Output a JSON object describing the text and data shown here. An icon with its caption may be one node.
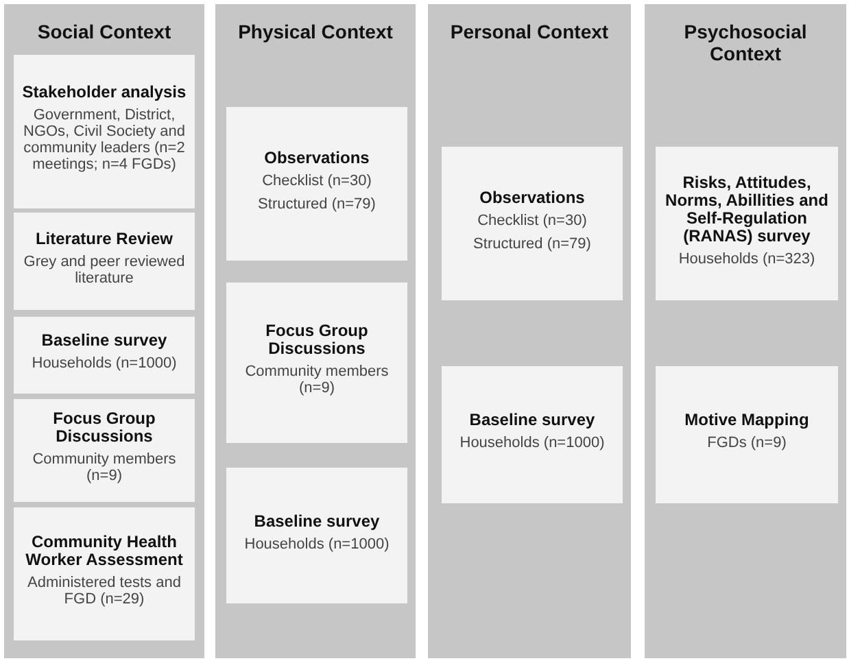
{
  "diagram": {
    "nodes": [
      {
        "text": [
          "Social Context"
        ]
      },
      {
        "text": [
          "Stakeholder analysis",
          "Government, District, NGOs, Civil Society and community leaders (n=2 meetings; n=4 FGDs)"
        ],
        "in": 0
      },
      {
        "text": [
          "Literature Review",
          "Grey and peer reviewed literature"
        ],
        "in": 0
      },
      {
        "text": [
          "Baseline survey",
          "Households (n=1000)"
        ],
        "in": 0
      },
      {
        "text": [
          "Focus Group Discussions",
          "Community members (n=9)"
        ],
        "in": 0
      },
      {
        "text": [
          "Community Health Worker Assessment",
          "Administered tests and FGD (n=29)"
        ],
        "in": 0
      },
      {
        "text": [
          "Physical Context"
        ]
      },
      {
        "text": [
          "Observations",
          "Checklist (n=30)",
          "Structured (n=79)"
        ],
        "in": 6
      },
      {
        "text": [
          "Focus Group Discussions",
          "Community members (n=9)"
        ],
        "in": 6
      },
      {
        "text": [
          "Baseline survey",
          "Households (n=1000)"
        ],
        "in": 6
      },
      {
        "text": [
          "Personal Context"
        ]
      },
      {
        "text": [
          "Observations",
          "Checklist (n=30)",
          "Structured (n=79)"
        ],
        "in": 10
      },
      {
        "text": [
          "Baseline survey",
          "Households (n=1000)"
        ],
        "in": 10
      },
      {
        "text": [
          "Psychosocial Context"
        ]
      },
      {
        "text": [
          "Risks, Attitudes, Norms, Abillities and Self-Regulation (RANAS) survey",
          "Households (n=323)"
        ],
        "in": 13
      },
      {
        "text": [
          "Motive Mapping",
          "FGDs (n=9)"
        ],
        "in": 13
      }
    ],
    "edges": []
  }
}
